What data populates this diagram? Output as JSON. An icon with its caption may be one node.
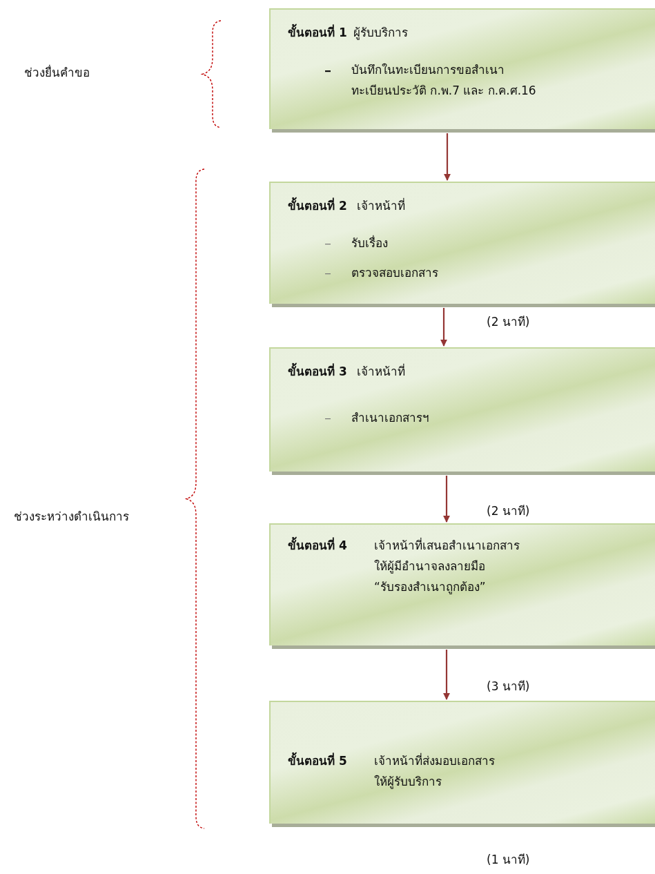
{
  "diagram": {
    "nodes": [
      {
        "text": [
          "ขั้นตอนที่ 1",
          "ผู้รับบริการ",
          "บันทึกในทะเบียนการขอสำเนา ทะเบียนประวัติ ก.พ.7 และ ก.ค.ศ.16"
        ]
      },
      {
        "text": [
          "ขั้นตอนที่ 2",
          "เจ้าหน้าที่",
          "รับเรื่อง",
          "ตรวจสอบเอกสาร"
        ]
      },
      {
        "text": [
          "ขั้นตอนที่ 3",
          "เจ้าหน้าที่",
          "สำเนาเอกสารฯ"
        ]
      },
      {
        "text": [
          "ขั้นตอนที่ 4",
          "เจ้าหน้าที่เสนอสำเนาเอกสาร ให้ผู้มีอำนาจลงลายมือ “รับรองสำเนาถูกต้อง”"
        ]
      },
      {
        "text": [
          "ขั้นตอนที่ 5",
          "เจ้าหน้าที่ส่งมอบเอกสาร ให้ผู้รับบริการ"
        ]
      }
    ],
    "edges": [
      {
        "from": 0,
        "to": 1,
        "arrow": "to"
      },
      {
        "from": 1,
        "to": 2,
        "arrow": "to"
      },
      {
        "from": 2,
        "to": 3,
        "arrow": "to"
      },
      {
        "from": 3,
        "to": 4,
        "arrow": "to"
      }
    ],
    "labels": [
      "ช่วงยื่นคำขอ",
      "(2 นาที)",
      "(2 นาที)",
      "ช่วงระหว่างดำเนินการ",
      "(3 นาที)",
      "(1 นาที)"
    ]
  }
}
